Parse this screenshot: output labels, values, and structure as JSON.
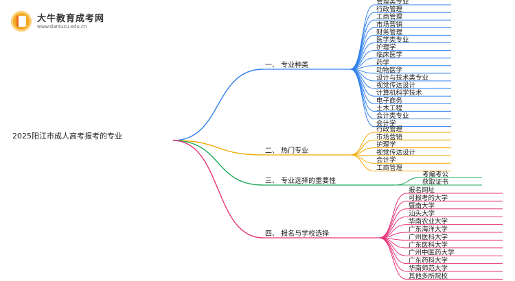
{
  "logo": {
    "name": "大牛教育成考网",
    "url": "www.daniuzu.edu.cn"
  },
  "root": "2025阳江市成人高考报考的专业",
  "branches": [
    {
      "label": "一、 专业种类",
      "color": "#2f80ed",
      "leaves": [
        "管理类专业",
        "行政管理",
        "工商管理",
        "市场营销",
        "财务管理",
        "医学类专业",
        "护理学",
        "临床医学",
        "药学",
        "动物医学",
        "设计与技术类专业",
        "视觉传达设计",
        "计算机科学技术",
        "电子商务",
        "土木工程",
        "会计类专业",
        "会计学"
      ]
    },
    {
      "label": "二、 热门专业",
      "color": "#f2a900",
      "leaves": [
        "行政管理",
        "市场营销",
        "护理学",
        "视觉传达设计",
        "会计学",
        "工商管理"
      ]
    },
    {
      "label": "三、 专业选择的重要性",
      "color": "#1faa59",
      "leaves": [
        "考编考公",
        "获取证书"
      ]
    },
    {
      "label": "四、 报名与学校选择",
      "color": "#e6337a",
      "leaves": [
        "报名网址",
        "可报考的大学",
        "暨南大学",
        "汕头大学",
        "华南农业大学",
        "广东海洋大学",
        "广州医科大学",
        "广东医科大学",
        "广州中医药大学",
        "广东药科大学",
        "华南师范大学",
        "其他多所院校"
      ]
    }
  ]
}
